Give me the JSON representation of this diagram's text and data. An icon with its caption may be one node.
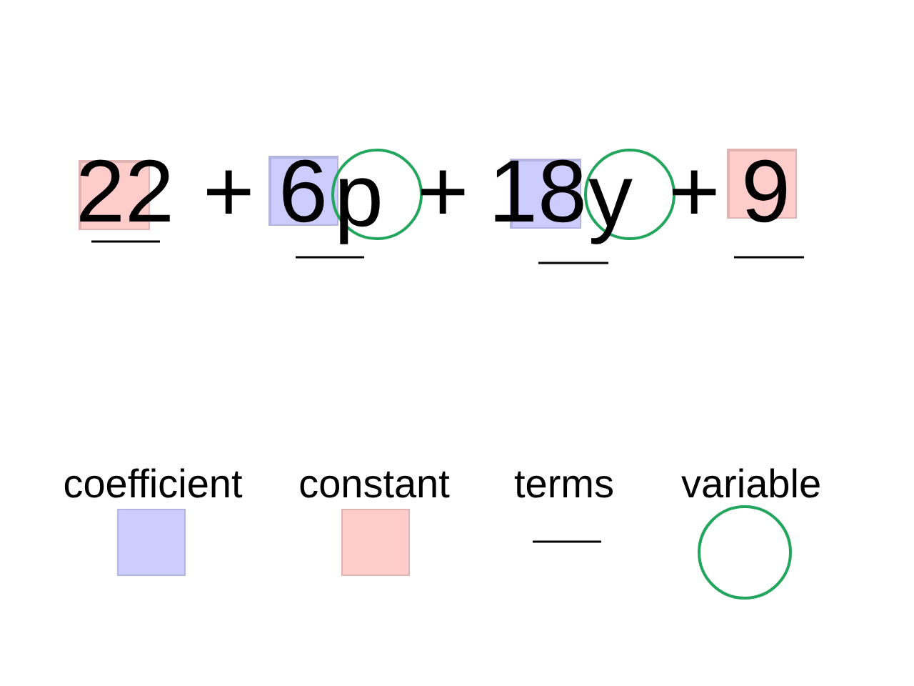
{
  "diagram": {
    "nodes": [
      {
        "text": [
          "22"
        ]
      },
      {
        "text": [
          "6"
        ]
      },
      {
        "text": [
          "p"
        ]
      },
      {
        "text": [
          "18"
        ]
      },
      {
        "text": [
          "y"
        ]
      },
      {
        "text": [
          "9"
        ]
      }
    ],
    "labels": [
      "+",
      "+",
      "+"
    ],
    "legend": [
      {
        "text": "coefficient",
        "color": "#ccccff"
      },
      {
        "text": "constant",
        "color": "#ffcccc"
      },
      {
        "text": "terms"
      },
      {
        "text": "variable"
      }
    ]
  }
}
